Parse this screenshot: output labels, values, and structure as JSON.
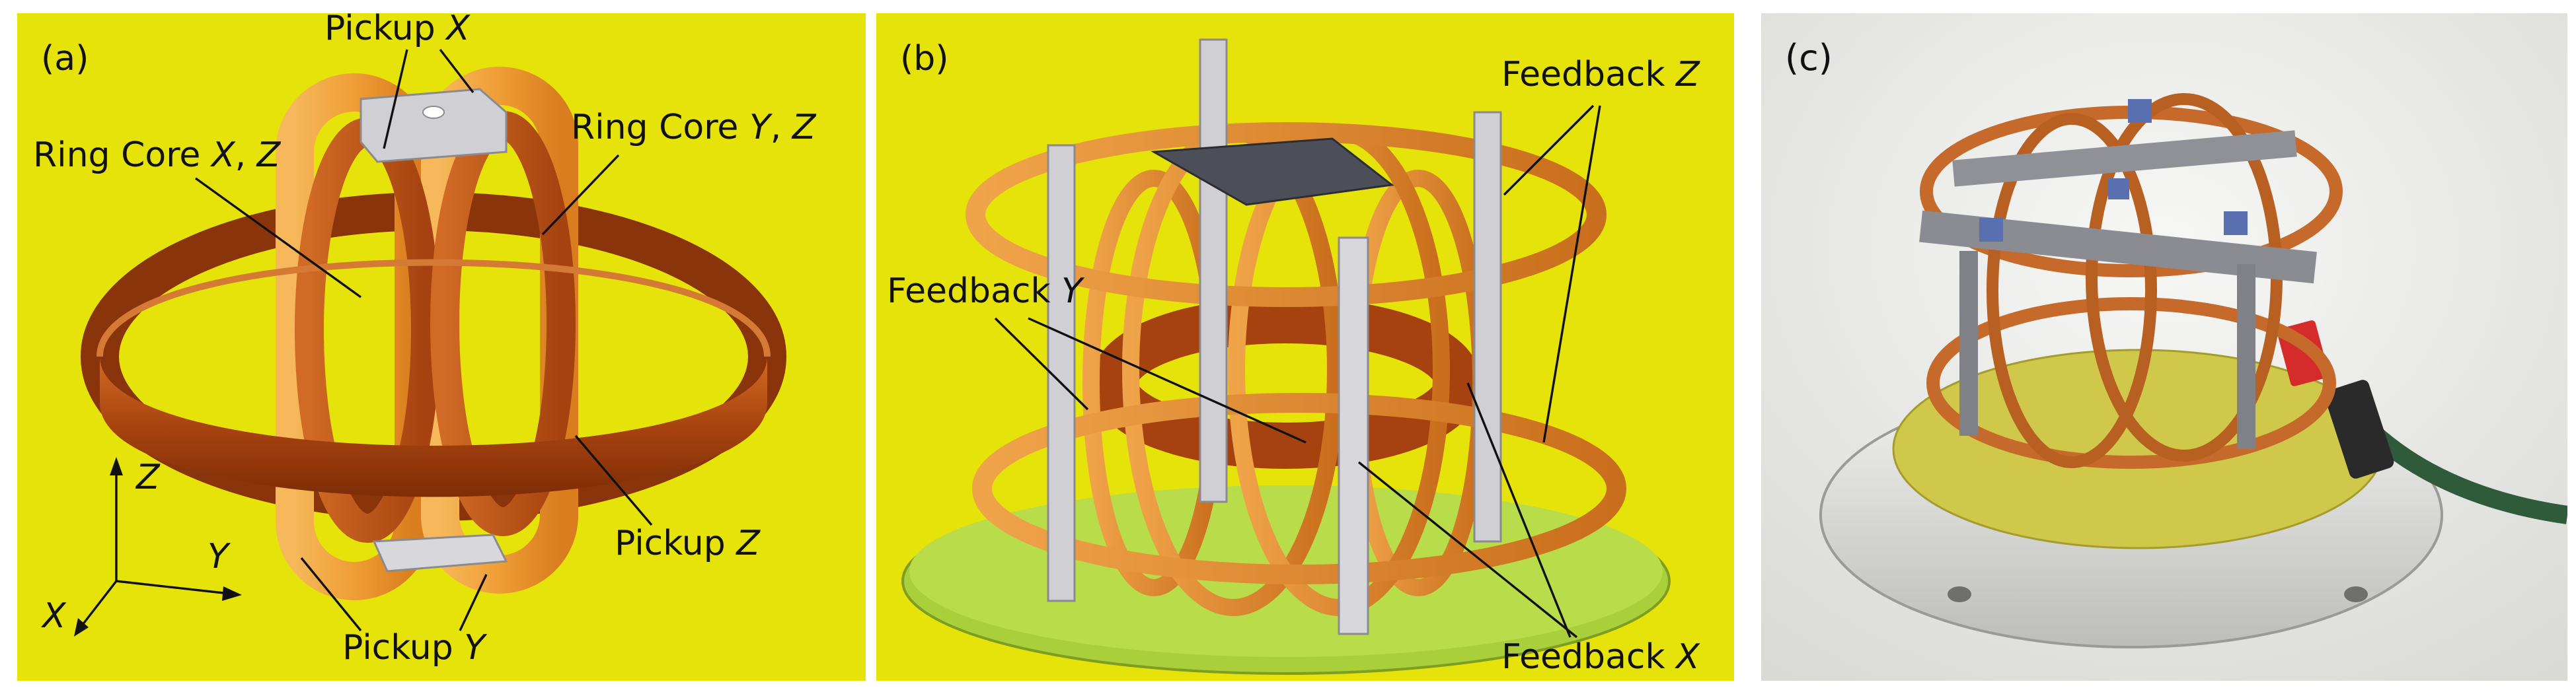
{
  "colors": {
    "panel_bg": "#e5e30a",
    "pickup_coil": "#f0a13a",
    "ring_core": "#b64f13",
    "feedback_coil": "#e08a35",
    "pcb": "#a9cf3a",
    "photo_bg": "#ededeb",
    "copper": "#c56a2a"
  },
  "panel_a": {
    "label": "(a)",
    "pickup_x": {
      "text": "Pickup ",
      "axis": "X"
    },
    "ring_core_xz": {
      "text": "Ring Core ",
      "axis1": "X",
      "sep": ", ",
      "axis2": "Z"
    },
    "ring_core_yz": {
      "text": "Ring Core ",
      "axis1": "Y",
      "sep": ", ",
      "axis2": "Z"
    },
    "pickup_z": {
      "text": "Pickup ",
      "axis": "Z"
    },
    "pickup_y": {
      "text": "Pickup ",
      "axis": "Y"
    },
    "axes": {
      "z": "Z",
      "y": "Y",
      "x": "X"
    }
  },
  "panel_b": {
    "label": "(b)",
    "feedback_z": {
      "text": "Feedback ",
      "axis": "Z"
    },
    "feedback_y": {
      "text": "Feedback ",
      "axis": "Y"
    },
    "feedback_x": {
      "text": "Feedback ",
      "axis": "X"
    }
  },
  "panel_c": {
    "label": "(c)"
  }
}
